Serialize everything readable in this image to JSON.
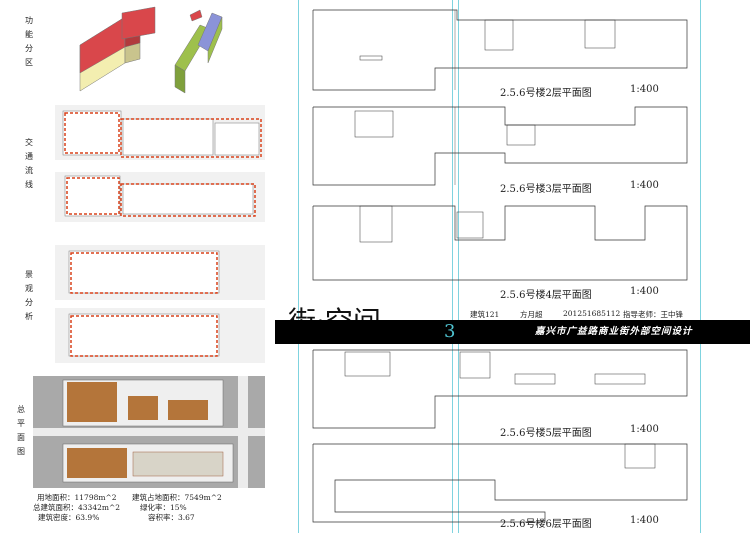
{
  "left_labels": {
    "function": "功能分区",
    "traffic": "交通流线",
    "landscape": "景观分析",
    "master": "总平面图"
  },
  "stats": {
    "land_area": "用地面积：11798m^2",
    "building_footprint": "建筑占地面积：7549m^2",
    "total_floor_area": "总建筑面积：43342m^2",
    "green_ratio": "绿化率：15%",
    "building_density": "建筑密度：63.9%",
    "plot_ratio": "容积率：3.67"
  },
  "plans": [
    {
      "caption": "2.5.6号楼2层平面图",
      "scale": "1:400"
    },
    {
      "caption": "2.5.6号楼3层平面图",
      "scale": "1:400"
    },
    {
      "caption": "2.5.6号楼4层平面图",
      "scale": "1:400"
    },
    {
      "caption": "2.5.6号楼5层平面图",
      "scale": "1:400"
    },
    {
      "caption": "2.5.6号楼6层平面图",
      "scale": "1:400"
    }
  ],
  "title_block": {
    "title": "街·空间",
    "page_number": "3",
    "class_name": "建筑121",
    "student_name": "方月超",
    "student_id": "201251685112",
    "advisor": "指导老师：王中锋",
    "project": "嘉兴市广益路商业街外部空间设计"
  },
  "colors": {
    "banner": "#000000",
    "page_number": "#4fc3d0",
    "guides": "#7fd3df",
    "circulation_dash": "#d9421c",
    "commercial_block": "#d9474b",
    "office_block": "#9ec04c",
    "residential_block": "#f3eeb0",
    "atrium_block": "#8b93d8"
  }
}
